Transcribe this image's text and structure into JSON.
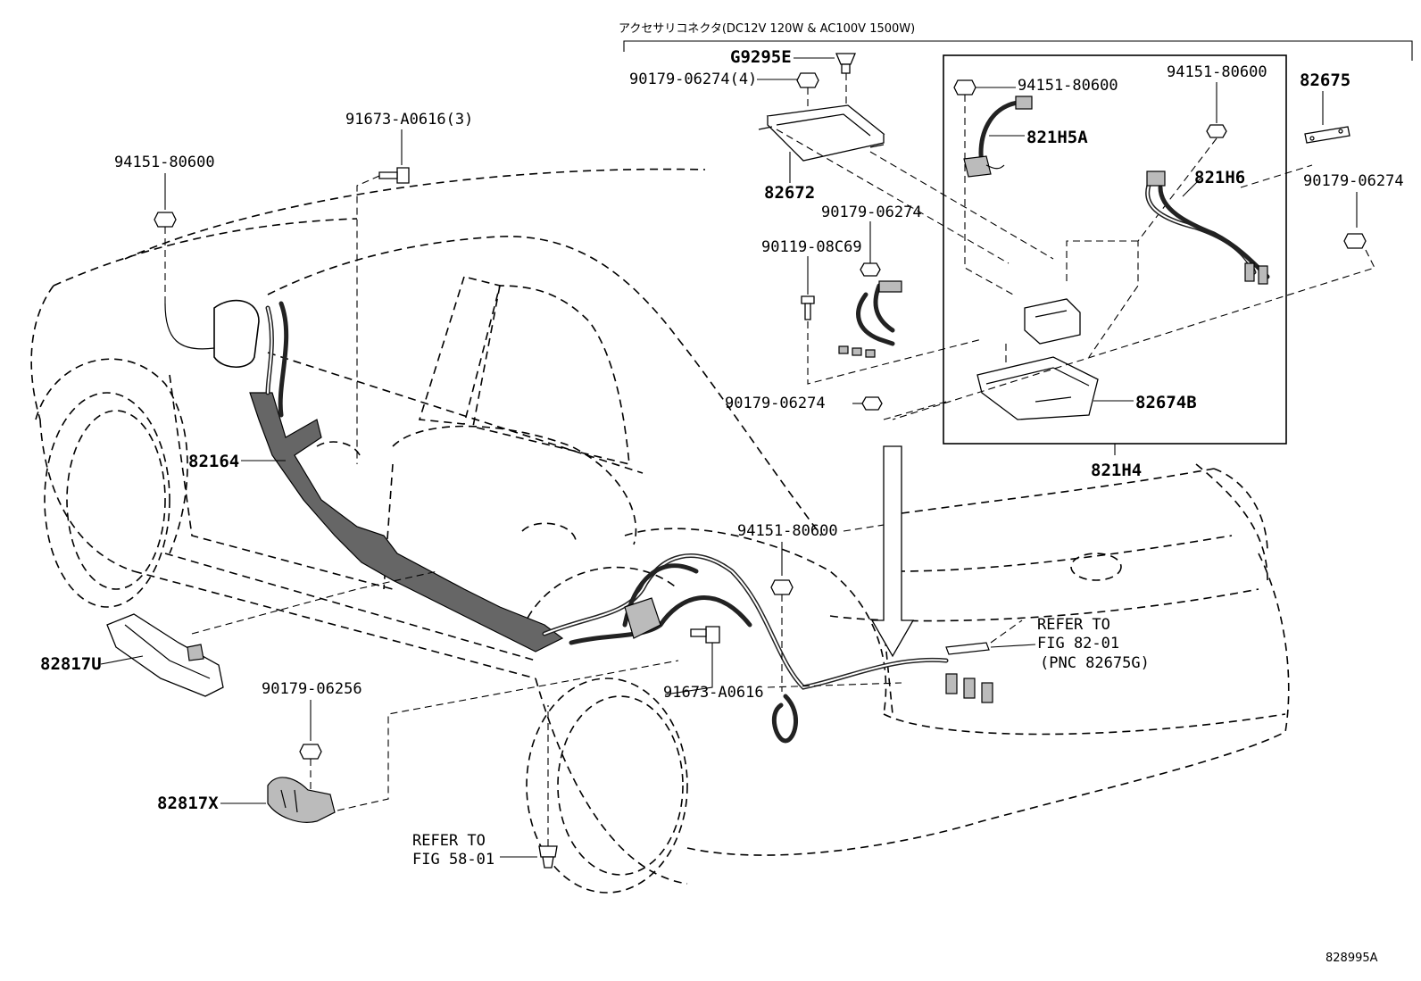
{
  "accessory_header": "アクセサリコネクタ(DC12V 120W & AC100V 1500W)",
  "figure_id": "828995A",
  "parts": {
    "g9295e": "G9295E",
    "n90179_06274_4": "90179-06274(4)",
    "n91673_a0616_3": "91673-A0616(3)",
    "n94151_80600_left": "94151-80600",
    "n82672": "82672",
    "n90179_06274_mid": "90179-06274",
    "n90119_08c69": "90119-08C69",
    "n90179_06274_lower": "90179-06274",
    "n94151_80600_box_left": "94151-80600",
    "n821h5a": "821H5A",
    "n94151_80600_box_right": "94151-80600",
    "n821h6": "821H6",
    "n82675": "82675",
    "n90179_06274_right": "90179-06274",
    "n82674b": "82674B",
    "n821h4": "821H4",
    "n82164": "82164",
    "n94151_80600_center": "94151-80600",
    "n82817u": "82817U",
    "n91673_a0616": "91673-A0616",
    "n90179_06256": "90179-06256",
    "n82817x": "82817X"
  },
  "refer_82": {
    "line1": "REFER TO",
    "line2": "FIG 82-01",
    "line3": "(PNC 82675G)"
  },
  "refer_58": {
    "line1": "REFER TO",
    "line2": "FIG 58-01"
  },
  "icons": [
    "clip-icon",
    "bolt-icon",
    "nut-icon",
    "arrow-down-icon"
  ]
}
